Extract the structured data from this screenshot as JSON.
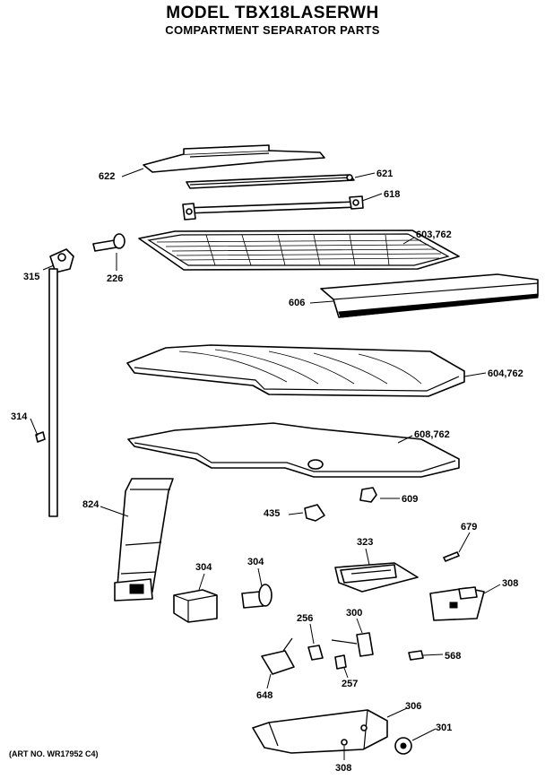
{
  "header": {
    "title": "MODEL TBX18LASERWH",
    "subtitle": "COMPARTMENT SEPARATOR PARTS"
  },
  "footer": {
    "art_no": "(ART NO. WR17952 C4)"
  },
  "callouts": [
    {
      "id": "c622",
      "label": "622"
    },
    {
      "id": "c621",
      "label": "621"
    },
    {
      "id": "c618",
      "label": "618"
    },
    {
      "id": "c603",
      "label": "603,762"
    },
    {
      "id": "c315",
      "label": "315"
    },
    {
      "id": "c226",
      "label": "226"
    },
    {
      "id": "c606",
      "label": "606"
    },
    {
      "id": "c604",
      "label": "604,762"
    },
    {
      "id": "c314",
      "label": "314"
    },
    {
      "id": "c608",
      "label": "608,762"
    },
    {
      "id": "c824",
      "label": "824"
    },
    {
      "id": "c609",
      "label": "609"
    },
    {
      "id": "c435",
      "label": "435"
    },
    {
      "id": "c679",
      "label": "679"
    },
    {
      "id": "c323",
      "label": "323"
    },
    {
      "id": "c304a",
      "label": "304"
    },
    {
      "id": "c304b",
      "label": "304"
    },
    {
      "id": "c308a",
      "label": "308"
    },
    {
      "id": "c256",
      "label": "256"
    },
    {
      "id": "c300",
      "label": "300"
    },
    {
      "id": "c568",
      "label": "568"
    },
    {
      "id": "c257",
      "label": "257"
    },
    {
      "id": "c648",
      "label": "648"
    },
    {
      "id": "c306",
      "label": "306"
    },
    {
      "id": "c301",
      "label": "301"
    },
    {
      "id": "c308b",
      "label": "308"
    }
  ]
}
